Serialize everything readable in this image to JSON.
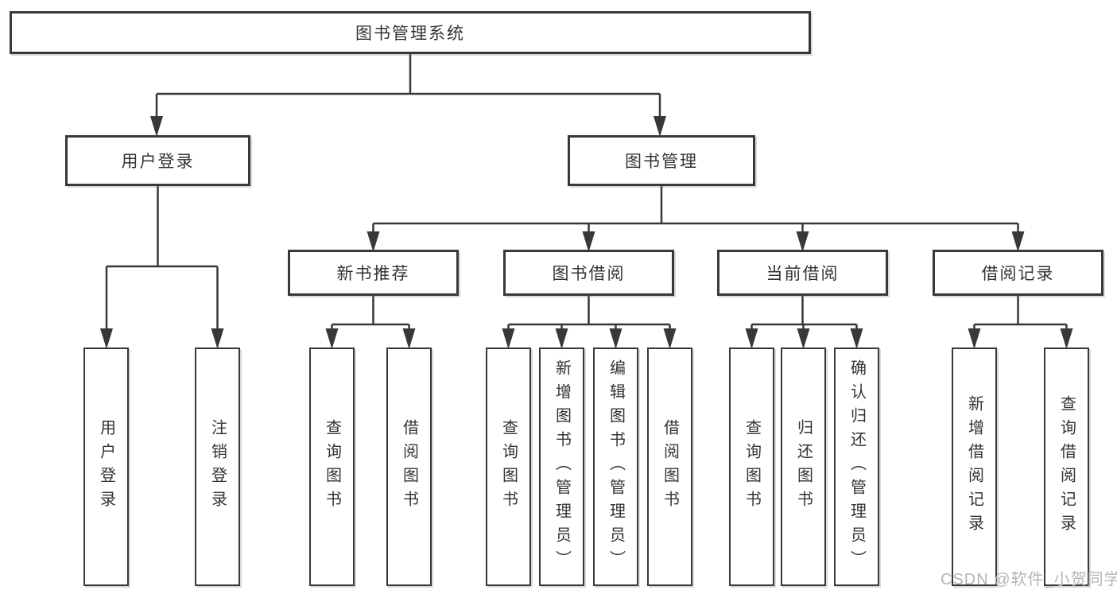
{
  "diagram": {
    "type": "tree",
    "root": {
      "label": "图书管理系统"
    },
    "branches": [
      {
        "label": "用户登录",
        "children": [
          {
            "label": "用户登录"
          },
          {
            "label": "注销登录"
          }
        ]
      },
      {
        "label": "图书管理",
        "children": [
          {
            "label": "新书推荐",
            "children": [
              {
                "label": "查询图书"
              },
              {
                "label": "借阅图书"
              }
            ]
          },
          {
            "label": "图书借阅",
            "children": [
              {
                "label": "查询图书"
              },
              {
                "label": "新增图书（管理员）"
              },
              {
                "label": "编辑图书（管理员）"
              },
              {
                "label": "借阅图书"
              }
            ]
          },
          {
            "label": "当前借阅",
            "children": [
              {
                "label": "查询图书"
              },
              {
                "label": "归还图书"
              },
              {
                "label": "确认归还（管理员）"
              }
            ]
          },
          {
            "label": "借阅记录",
            "children": [
              {
                "label": "新增借阅记录"
              },
              {
                "label": "查询借阅记录"
              }
            ]
          }
        ]
      }
    ],
    "colors": {
      "line": "#383838",
      "box_border": "#383838",
      "box_fill": "#ffffff",
      "text": "#333333",
      "watermark": "#b5b5b5",
      "background": "#ffffff"
    }
  },
  "watermark": {
    "text": "CSDN @软件_小贺同学"
  }
}
